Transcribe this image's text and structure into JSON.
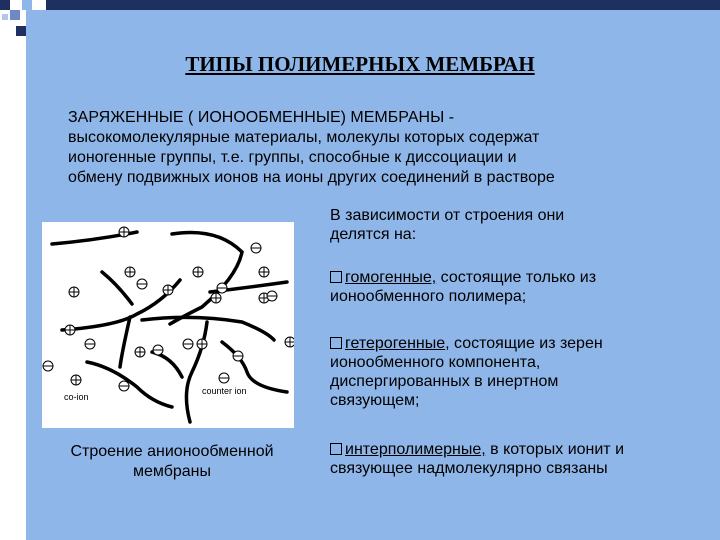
{
  "title": "ТИПЫ ПОЛИМЕРНЫХ МЕМБРАН",
  "intro": {
    "heading": "ЗАРЯЖЕННЫЕ ( ИОНООБМЕННЫЕ) МЕМБРАНЫ -",
    "lines": [
      "высокомолекулярные материалы, молекулы которых содержат",
      "ионогенные группы, т.е. группы, способные к диссоциации и",
      "обмену подвижных ионов на ионы других соединений в растворе"
    ]
  },
  "classification": {
    "lead_lines": [
      "В зависимости от строения они",
      "делятся на:"
    ],
    "items": [
      {
        "term": "гомогенные,",
        "rest_lines": [
          " состоящие только из",
          "ионообменного полимера;"
        ]
      },
      {
        "term": "гетерогенные",
        "rest_lines": [
          ", состоящие из зерен",
          "ионообменного компонента,",
          "диспергированных в инертном",
          "связующем;"
        ]
      },
      {
        "term": "интерполимерные,",
        "rest_lines": [
          " в которых ионит и",
          "связующее надмолекулярно связаны"
        ]
      }
    ]
  },
  "figure": {
    "label_co_ion": "co-ion",
    "label_counter_ion": "counter ion",
    "caption_lines": [
      "Строение анионообменной",
      "мембраны"
    ]
  }
}
